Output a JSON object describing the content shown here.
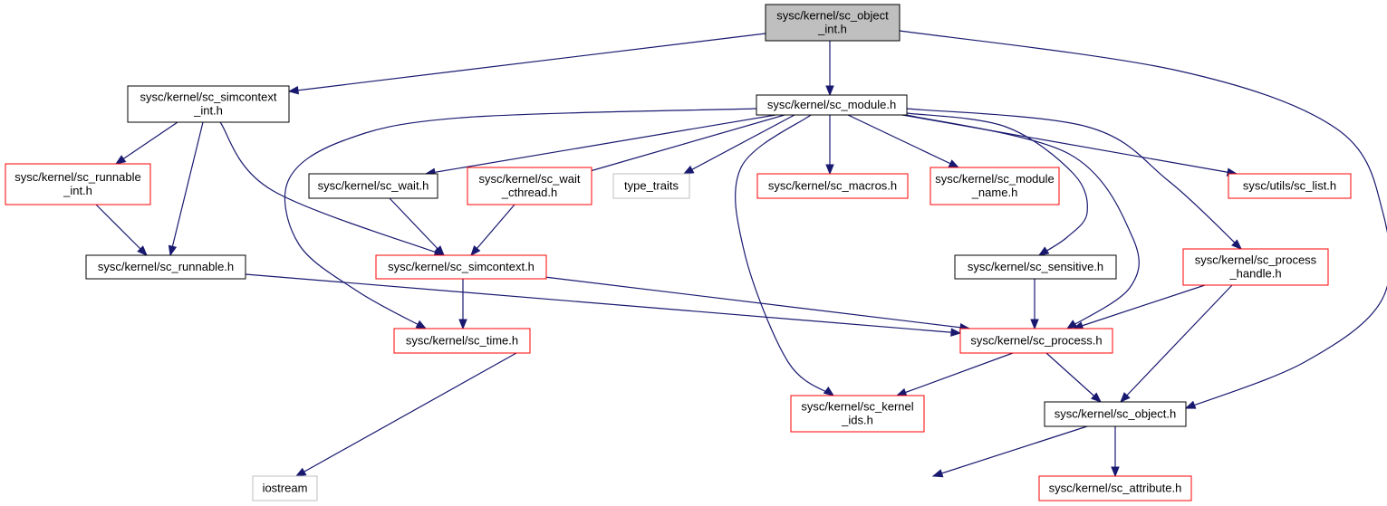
{
  "colors": {
    "edge": "#191970",
    "root_fill": "#bfbfbf",
    "documented_border": "#000000",
    "undocumented_border": "#ff0000",
    "external_border": "#bfbfbf"
  },
  "nodes": [
    {
      "id": "sc_object_int",
      "lines": [
        "sysc/kernel/sc_object",
        "_int.h"
      ],
      "style": "root"
    },
    {
      "id": "sc_simcontext_int",
      "lines": [
        "sysc/kernel/sc_simcontext",
        "_int.h"
      ],
      "style": "documented"
    },
    {
      "id": "sc_module",
      "lines": [
        "sysc/kernel/sc_module.h"
      ],
      "style": "documented"
    },
    {
      "id": "sc_runnable_int",
      "lines": [
        "sysc/kernel/sc_runnable",
        "_int.h"
      ],
      "style": "undocumented"
    },
    {
      "id": "sc_runnable",
      "lines": [
        "sysc/kernel/sc_runnable.h"
      ],
      "style": "documented"
    },
    {
      "id": "sc_wait",
      "lines": [
        "sysc/kernel/sc_wait.h"
      ],
      "style": "documented"
    },
    {
      "id": "sc_wait_cthread",
      "lines": [
        "sysc/kernel/sc_wait",
        "_cthread.h"
      ],
      "style": "undocumented"
    },
    {
      "id": "type_traits",
      "lines": [
        "type_traits"
      ],
      "style": "external"
    },
    {
      "id": "sc_macros",
      "lines": [
        "sysc/kernel/sc_macros.h"
      ],
      "style": "undocumented"
    },
    {
      "id": "sc_module_name",
      "lines": [
        "sysc/kernel/sc_module",
        "_name.h"
      ],
      "style": "undocumented"
    },
    {
      "id": "sc_list",
      "lines": [
        "sysc/utils/sc_list.h"
      ],
      "style": "undocumented"
    },
    {
      "id": "sc_simcontext",
      "lines": [
        "sysc/kernel/sc_simcontext.h"
      ],
      "style": "undocumented"
    },
    {
      "id": "sc_sensitive",
      "lines": [
        "sysc/kernel/sc_sensitive.h"
      ],
      "style": "documented"
    },
    {
      "id": "sc_process_handle",
      "lines": [
        "sysc/kernel/sc_process",
        "_handle.h"
      ],
      "style": "undocumented"
    },
    {
      "id": "sc_time",
      "lines": [
        "sysc/kernel/sc_time.h"
      ],
      "style": "undocumented"
    },
    {
      "id": "sc_process",
      "lines": [
        "sysc/kernel/sc_process.h"
      ],
      "style": "undocumented"
    },
    {
      "id": "sc_kernel_ids",
      "lines": [
        "sysc/kernel/sc_kernel",
        "_ids.h"
      ],
      "style": "undocumented"
    },
    {
      "id": "sc_object",
      "lines": [
        "sysc/kernel/sc_object.h"
      ],
      "style": "documented"
    },
    {
      "id": "iostream",
      "lines": [
        "iostream"
      ],
      "style": "external"
    },
    {
      "id": "sc_attribute",
      "lines": [
        "sysc/kernel/sc_attribute.h"
      ],
      "style": "undocumented"
    }
  ],
  "edges": [
    {
      "from": "sc_object_int",
      "to": "sc_simcontext_int"
    },
    {
      "from": "sc_object_int",
      "to": "sc_module"
    },
    {
      "from": "sc_object_int",
      "to": "sc_object"
    },
    {
      "from": "sc_simcontext_int",
      "to": "sc_runnable_int"
    },
    {
      "from": "sc_simcontext_int",
      "to": "sc_runnable"
    },
    {
      "from": "sc_simcontext_int",
      "to": "sc_simcontext"
    },
    {
      "from": "sc_runnable_int",
      "to": "sc_runnable"
    },
    {
      "from": "sc_runnable",
      "to": "sc_process"
    },
    {
      "from": "sc_module",
      "to": "sc_wait"
    },
    {
      "from": "sc_module",
      "to": "sc_wait_cthread"
    },
    {
      "from": "sc_module",
      "to": "type_traits"
    },
    {
      "from": "sc_module",
      "to": "sc_macros"
    },
    {
      "from": "sc_module",
      "to": "sc_module_name"
    },
    {
      "from": "sc_module",
      "to": "sc_list"
    },
    {
      "from": "sc_module",
      "to": "sc_time"
    },
    {
      "from": "sc_module",
      "to": "sc_kernel_ids"
    },
    {
      "from": "sc_module",
      "to": "sc_sensitive"
    },
    {
      "from": "sc_module",
      "to": "sc_process"
    },
    {
      "from": "sc_module",
      "to": "sc_process_handle"
    },
    {
      "from": "sc_wait",
      "to": "sc_simcontext"
    },
    {
      "from": "sc_wait_cthread",
      "to": "sc_simcontext"
    },
    {
      "from": "sc_simcontext",
      "to": "sc_time"
    },
    {
      "from": "sc_simcontext",
      "to": "sc_process"
    },
    {
      "from": "sc_sensitive",
      "to": "sc_process"
    },
    {
      "from": "sc_process_handle",
      "to": "sc_process"
    },
    {
      "from": "sc_process_handle",
      "to": "sc_object"
    },
    {
      "from": "sc_time",
      "to": "iostream"
    },
    {
      "from": "sc_process",
      "to": "sc_kernel_ids"
    },
    {
      "from": "sc_process",
      "to": "sc_object"
    },
    {
      "from": "sc_object",
      "to": "iostream"
    },
    {
      "from": "sc_object",
      "to": "sc_attribute"
    }
  ]
}
